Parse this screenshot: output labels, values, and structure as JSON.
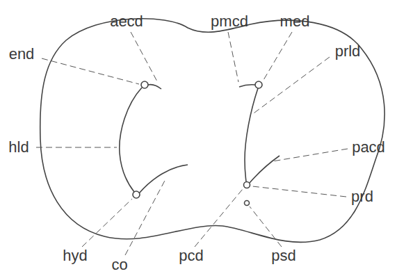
{
  "diagram": {
    "labels": [
      "aecd",
      "pmcd",
      "med",
      "end",
      "prld",
      "hld",
      "pacd",
      "prd",
      "hyd",
      "pcd",
      "psd",
      "co"
    ]
  }
}
